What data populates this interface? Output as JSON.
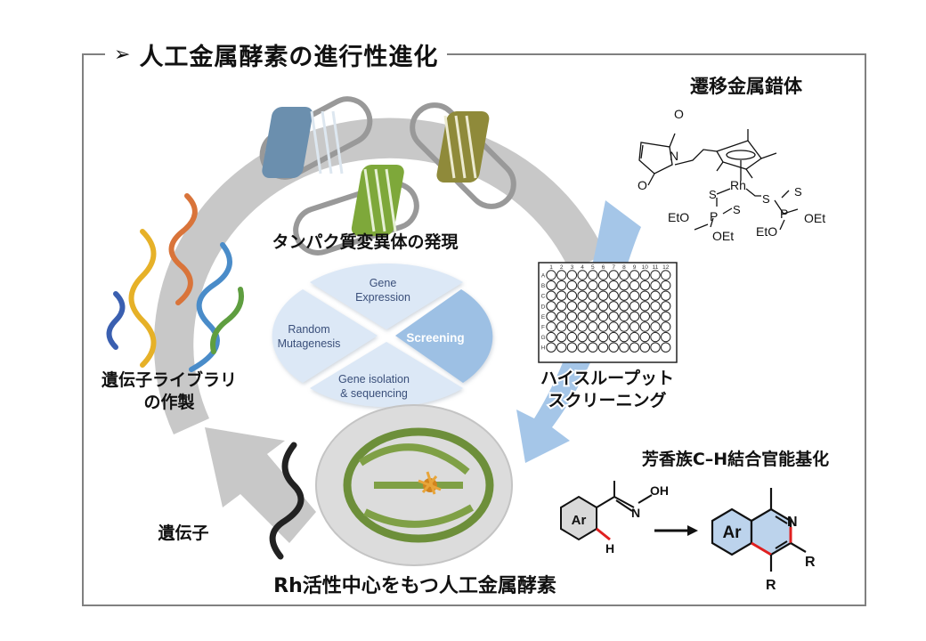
{
  "title": {
    "bullet_icon": "➢",
    "text": "人工金属酵素の進行性進化"
  },
  "cycle": {
    "protein_expression_label": "タンパク質変異体の発現",
    "library_label_line1": "遺伝子ライブラリ",
    "library_label_line2": "の作製",
    "gene_label": "遺伝子",
    "screening_label_line1": "ハイスループット",
    "screening_label_line2": "スクリーニング",
    "enzyme_label": "Rh活性中心をもつ人工金属酵素"
  },
  "pie": {
    "segments": [
      {
        "line1": "Gene",
        "line2": "Expression",
        "highlight": false
      },
      {
        "line1": "Screening",
        "line2": "",
        "highlight": true
      },
      {
        "line1": "Gene isolation",
        "line2": "& sequencing",
        "highlight": false
      },
      {
        "line1": "Random",
        "line2": "Mutagenesis",
        "highlight": false
      }
    ],
    "colors": {
      "light": "#dce8f6",
      "highlight": "#9dc0e4",
      "text": "#3a4f7a",
      "highlight_text": "#ffffff"
    }
  },
  "complex": {
    "heading": "遷移金属錯体",
    "atoms": {
      "O_top": "O",
      "O_bottom": "O",
      "N": "N",
      "Rh": "Rh",
      "S1": "S",
      "S2": "S",
      "S3": "S",
      "S4": "S",
      "P1": "P",
      "P2": "P",
      "OEt1": "EtO",
      "OEt2": "OEt",
      "OEt3": "EtO",
      "OEt4": "OEt"
    }
  },
  "plate": {
    "columns": [
      "1",
      "2",
      "3",
      "4",
      "5",
      "6",
      "7",
      "8",
      "9",
      "10",
      "11",
      "12"
    ],
    "rows": [
      "A",
      "B",
      "C",
      "D",
      "E",
      "F",
      "G",
      "H"
    ]
  },
  "reaction": {
    "heading": "芳香族C–H結合官能基化",
    "reactant": {
      "ring": "Ar",
      "N": "N",
      "OH": "OH",
      "H": "H"
    },
    "product": {
      "ring": "Ar",
      "N": "N",
      "R1": "R",
      "R2": "R"
    }
  },
  "colors": {
    "frame": "#808080",
    "cycle_arrow": "#c8c8c8",
    "blue_arrow": "#a5c6e8",
    "bond_red": "#e02020",
    "ring_fill_reactant": "#d9d9d9",
    "ring_fill_product": "#bcd3ec"
  }
}
